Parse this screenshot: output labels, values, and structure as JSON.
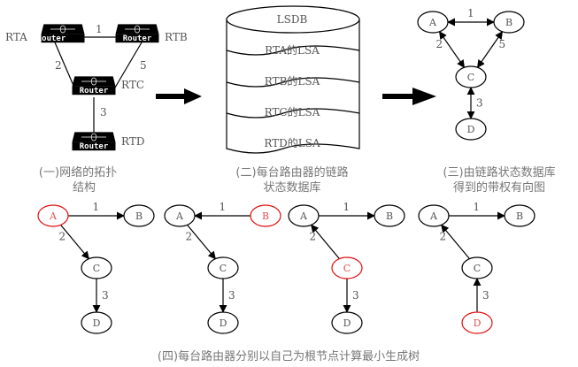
{
  "panel1": {
    "routers": [
      {
        "id": "RTA",
        "name": "RTA",
        "device_label": "Router"
      },
      {
        "id": "RTB",
        "name": "RTB",
        "device_label": "Router"
      },
      {
        "id": "RTC",
        "name": "RTC",
        "device_label": "Router"
      },
      {
        "id": "RTD",
        "name": "RTD",
        "device_label": "Router"
      }
    ],
    "links": [
      {
        "from": "RTA",
        "to": "RTB",
        "cost": "1"
      },
      {
        "from": "RTA",
        "to": "RTC",
        "cost": "2"
      },
      {
        "from": "RTB",
        "to": "RTC",
        "cost": "5"
      },
      {
        "from": "RTC",
        "to": "RTD",
        "cost": "3"
      }
    ],
    "caption_line1": "(一)网络的拓扑",
    "caption_line2": "结构"
  },
  "panel2": {
    "layers": [
      "LSDB",
      "RTA的LSA",
      "RTB的LSA",
      "RTC的LSA",
      "RTD的LSA"
    ],
    "caption_line1": "(二)每台路由器的链路",
    "caption_line2": "状态数据库"
  },
  "panel3": {
    "nodes": [
      "A",
      "B",
      "C",
      "D"
    ],
    "edges": [
      {
        "from": "A",
        "to": "B",
        "weight": "1",
        "direction": "bidirectional"
      },
      {
        "from": "A",
        "to": "C",
        "weight": "2",
        "direction": "bidirectional"
      },
      {
        "from": "B",
        "to": "C",
        "weight": "5",
        "direction": "bidirectional"
      },
      {
        "from": "C",
        "to": "D",
        "weight": "3",
        "direction": "bidirectional"
      }
    ],
    "caption_line1": "(三)由链路状态数据库",
    "caption_line2": "得到的带权有向图"
  },
  "panel4": {
    "trees": [
      {
        "root": "A",
        "edges": [
          {
            "from": "A",
            "to": "B",
            "weight": "1"
          },
          {
            "from": "A",
            "to": "C",
            "weight": "2"
          },
          {
            "from": "C",
            "to": "D",
            "weight": "3"
          }
        ]
      },
      {
        "root": "B",
        "edges": [
          {
            "from": "B",
            "to": "A",
            "weight": "1"
          },
          {
            "from": "A",
            "to": "C",
            "weight": "2"
          },
          {
            "from": "C",
            "to": "D",
            "weight": "3"
          }
        ]
      },
      {
        "root": "C",
        "edges": [
          {
            "from": "A",
            "to": "B",
            "weight": "1"
          },
          {
            "from": "C",
            "to": "A",
            "weight": "2"
          },
          {
            "from": "C",
            "to": "D",
            "weight": "3"
          }
        ]
      },
      {
        "root": "D",
        "edges": [
          {
            "from": "A",
            "to": "B",
            "weight": "1"
          },
          {
            "from": "C",
            "to": "A",
            "weight": "2"
          },
          {
            "from": "D",
            "to": "C",
            "weight": "3"
          }
        ]
      }
    ],
    "caption": "(四)每台路由器分别以自己为根节点计算最小生成树"
  },
  "colors": {
    "root_highlight": "#e01010",
    "text_gray": "#555555",
    "caption_gray": "#777777"
  }
}
